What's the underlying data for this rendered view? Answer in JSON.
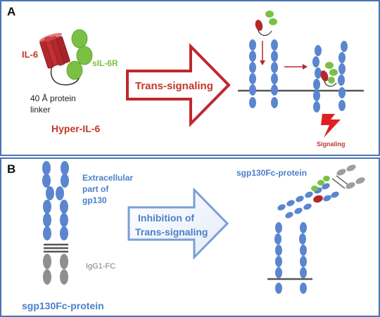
{
  "panel_a": {
    "letter": "A",
    "il6_label": "IL-6",
    "sil6r_label": "sIL-6R",
    "linker_label_line1": "40 Å protein",
    "linker_label_line2": "linker",
    "hyper_label": "Hyper-IL-6",
    "arrow_label": "Trans-signaling",
    "signaling_label": "Signaling"
  },
  "panel_b": {
    "letter": "B",
    "extracellular_line1": "Extracellular",
    "extracellular_line2": "part of",
    "extracellular_line3": "gp130",
    "igg_label": "IgG1-FC",
    "sgp130_bottom_label": "sgp130Fc-protein",
    "arrow_label_line1": "Inhibition of",
    "arrow_label_line2": "Trans-signaling",
    "sgp130_top_label": "sgp130Fc-protein"
  },
  "colors": {
    "border_blue": "#4a74b5",
    "receptor_blue": "#5b86cf",
    "il6_red": "#b3282d",
    "sil6r_green": "#7ac143",
    "text_red": "#c0392b",
    "text_blue": "#4a80c8",
    "gray": "#8f8f8f",
    "membrane": "#555555"
  }
}
